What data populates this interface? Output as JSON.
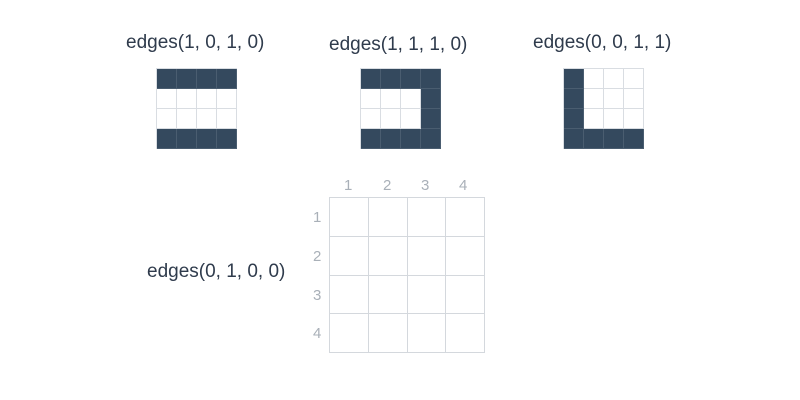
{
  "diagram": {
    "examples": [
      {
        "label": "edges(1, 0, 1, 0)",
        "cells": [
          1,
          1,
          1,
          1,
          0,
          0,
          0,
          0,
          0,
          0,
          0,
          0,
          1,
          1,
          1,
          1
        ]
      },
      {
        "label": "edges(1, 1, 1, 0)",
        "cells": [
          1,
          1,
          1,
          1,
          0,
          0,
          0,
          1,
          0,
          0,
          0,
          1,
          1,
          1,
          1,
          1
        ]
      },
      {
        "label": "edges(0, 0, 1, 1)",
        "cells": [
          1,
          0,
          0,
          0,
          1,
          0,
          0,
          0,
          1,
          0,
          0,
          0,
          1,
          1,
          1,
          1
        ]
      }
    ],
    "question": {
      "label": "edges(0, 1, 0, 0)",
      "col_labels": [
        "1",
        "2",
        "3",
        "4"
      ],
      "row_labels": [
        "1",
        "2",
        "3",
        "4"
      ]
    },
    "colors": {
      "filled": "#34495e",
      "grid_line": "#d9dde2",
      "label_text": "#2f3b4c",
      "axis_text": "#a9b0b8"
    }
  }
}
